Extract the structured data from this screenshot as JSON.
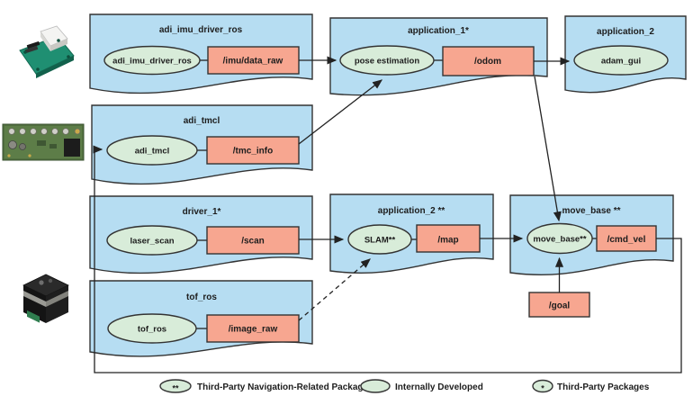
{
  "packages": {
    "imu": {
      "title": "adi_imu_driver_ros",
      "node": "adi_imu_driver_ros",
      "topic": "/imu/data_raw"
    },
    "tmcl": {
      "title": "adi_tmcl",
      "node": "adi_tmcl",
      "topic": "/tmc_info"
    },
    "driver1": {
      "title": "driver_1*",
      "node": "laser_scan",
      "topic": "/scan"
    },
    "tof": {
      "title": "tof_ros",
      "node": "tof_ros",
      "topic": "/image_raw"
    },
    "app1": {
      "title": "application_1*",
      "node": "pose estimation",
      "topic": "/odom"
    },
    "app2_gui": {
      "title": "application_2",
      "node": "adam_gui"
    },
    "app2_slam": {
      "title": "application_2 **",
      "node": "SLAM**",
      "topic": "/map"
    },
    "move_base": {
      "title": "move_base **",
      "node": "move_base**",
      "topic": "/cmd_vel"
    }
  },
  "topics": {
    "goal": "/goal"
  },
  "legend": {
    "nav": {
      "symbol": "**",
      "label": "Third-Party Navigation-Related Packages"
    },
    "internal": {
      "symbol": "",
      "label": "Internally Developed"
    },
    "third": {
      "symbol": "*",
      "label": "Third-Party Packages"
    }
  },
  "colors": {
    "container_fill": "#b6ddf2",
    "node_fill": "#d8ecd9",
    "topic_fill": "#f7a690",
    "stroke": "#333333"
  }
}
